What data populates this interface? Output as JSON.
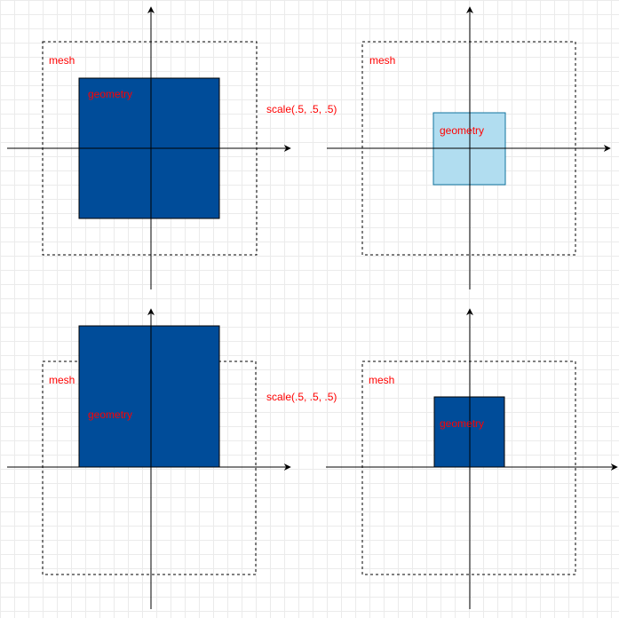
{
  "colors": {
    "dark_fill": "#004c99",
    "light_fill": "#b1ddf0",
    "light_stroke": "#10739e",
    "label_red": "#ff0000",
    "axis": "#000000"
  },
  "panels": [
    {
      "mesh_label": "mesh",
      "geometry_label": "geometry",
      "geometry_style": "dark"
    },
    {
      "mesh_label": "mesh",
      "geometry_label": "geometry",
      "geometry_style": "light"
    },
    {
      "mesh_label": "mesh",
      "geometry_label": "geometry",
      "geometry_style": "dark"
    },
    {
      "mesh_label": "mesh",
      "geometry_label": "geometry",
      "geometry_style": "dark"
    }
  ],
  "transforms": [
    {
      "label": "scale(.5, .5, .5)"
    },
    {
      "label": "scale(.5, .5, .5)"
    }
  ]
}
